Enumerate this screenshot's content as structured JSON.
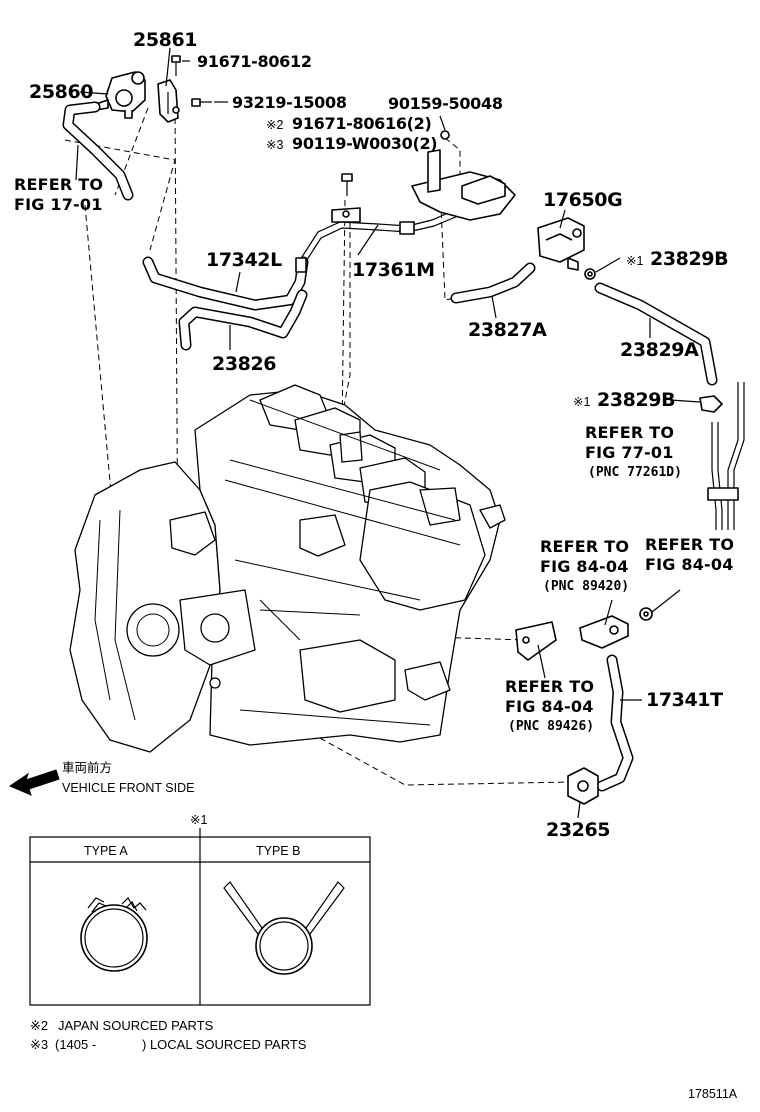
{
  "diagram": {
    "figure_id": "178511A",
    "part_numbers": {
      "p25861": "25861",
      "p25860": "25860",
      "p91671_80612": "91671-80612",
      "p93219_15008": "93219-15008",
      "p90159_50048": "90159-50048",
      "p91671_80616": "91671-80616(2)",
      "p90119_w0030": "90119-W0030(2)",
      "p17650g": "17650G",
      "p17342l": "17342L",
      "p17361m": "17361M",
      "p23829b_top": "23829B",
      "p23827a": "23827A",
      "p23829a": "23829A",
      "p23826": "23826",
      "p23829b_mid": "23829B",
      "p17341t": "17341T",
      "p23265": "23265"
    },
    "marks": {
      "m1": "※1",
      "m2": "※2",
      "m3": "※3"
    },
    "references": {
      "ref_17_01_a": "REFER TO",
      "ref_17_01_b": "FIG 17-01",
      "ref_77_01_a": "REFER TO",
      "ref_77_01_b": "FIG 77-01",
      "ref_77_01_pnc": "(PNC 77261D)",
      "ref_84_04_1a": "REFER TO",
      "ref_84_04_1b": "FIG 84-04",
      "ref_84_04_1pnc": "(PNC 89420)",
      "ref_84_04_2a": "REFER TO",
      "ref_84_04_2b": "FIG 84-04",
      "ref_84_04_3a": "REFER TO",
      "ref_84_04_3b": "FIG 84-04",
      "ref_84_04_3pnc": "(PNC 89426)"
    },
    "direction": {
      "jp": "車両前方",
      "en": "VEHICLE FRONT SIDE"
    },
    "legend": {
      "mark": "※1",
      "type_a": "TYPE A",
      "type_b": "TYPE B"
    },
    "footnotes": {
      "n2_mark": "※2",
      "n2_text": "JAPAN SOURCED PARTS",
      "n3_mark": "※3",
      "n3_text_a": "(1405 -",
      "n3_text_b": ") LOCAL SOURCED PARTS"
    }
  }
}
